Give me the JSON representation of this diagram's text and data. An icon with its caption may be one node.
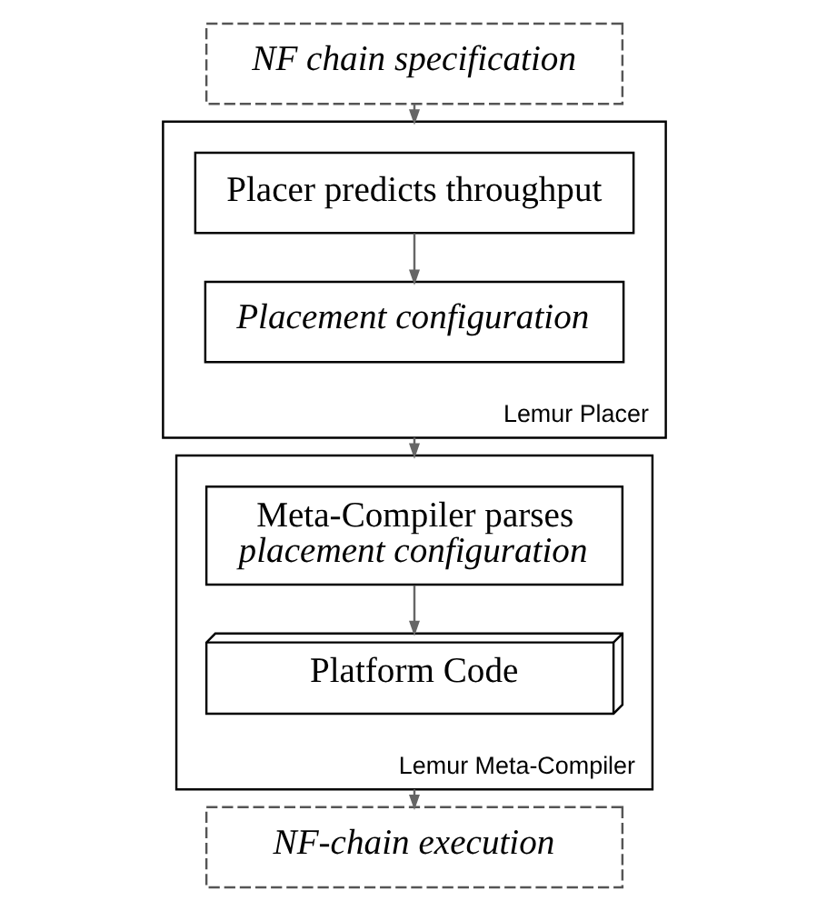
{
  "diagram": {
    "nodes": [
      {
        "text": [
          "NF chain specification"
        ]
      },
      {
        "text": [],
        "shape": "box",
        "beside": [
          "Lemur Placer"
        ]
      },
      {
        "text": [
          "Placer predicts throughput"
        ],
        "in": 1
      },
      {
        "text": [
          "Placement configuration"
        ],
        "in": 1
      },
      {
        "text": [],
        "shape": "box",
        "beside": [
          "Lemur Meta-Compiler"
        ]
      },
      {
        "text": [
          "Meta-Compiler parses *placement configuration*"
        ],
        "in": 4
      },
      {
        "text": [
          "Platform Code"
        ],
        "in": 4
      },
      {
        "text": [
          "NF-chain execution"
        ]
      }
    ],
    "edges": [
      {
        "from": 0,
        "to": 1,
        "arrow": "to"
      },
      {
        "from": 2,
        "to": 3,
        "arrow": "to"
      },
      {
        "from": 1,
        "to": 4,
        "arrow": "to"
      },
      {
        "from": 5,
        "to": 6,
        "arrow": "to"
      },
      {
        "from": 4,
        "to": 7,
        "arrow": "to"
      }
    ]
  }
}
